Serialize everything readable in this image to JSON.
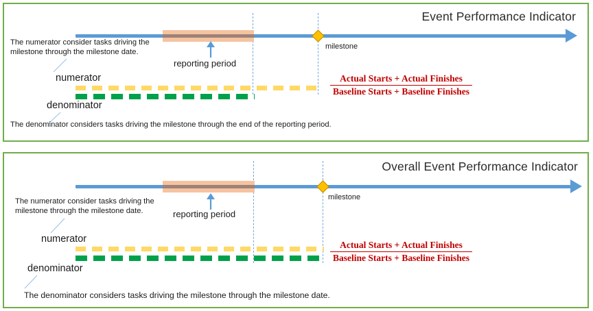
{
  "panels": [
    {
      "id": "event-performance-indicator",
      "title": "Event Performance Indicator",
      "milestone_label": "milestone",
      "reporting_period_label": "reporting period",
      "numerator_label": "numerator",
      "denominator_label": "denominator",
      "numerator_note": "The numerator consider tasks driving the milestone through the milestone date.",
      "denominator_note": "The denominator considers tasks driving the milestone through the end of the reporting period.",
      "formula": {
        "numerator": "Actual Starts  +  Actual Finishes",
        "denominator": "Baseline Starts  +  Baseline Finishes"
      }
    },
    {
      "id": "overall-event-performance-indicator",
      "title": "Overall Event Performance Indicator",
      "milestone_label": "milestone",
      "reporting_period_label": "reporting period",
      "numerator_label": "numerator",
      "denominator_label": "denominator",
      "numerator_note": "The numerator consider tasks driving the milestone through the milestone date.",
      "denominator_note": "The denominator considers tasks driving the milestone through the milestone date.",
      "formula": {
        "numerator": "Actual Starts  +  Actual Finishes",
        "denominator": "Baseline Starts  +  Baseline Finishes"
      }
    }
  ],
  "colors": {
    "panel_border": "#70AD47",
    "timeline": "#5B9BD5",
    "reporting_band": "#F6C3A0",
    "milestone": "#FFC000",
    "numerator_dash": "#FFD966",
    "denominator_dash": "#00A14B",
    "formula_text": "#C00000",
    "guide_line": "#6FA8DC"
  }
}
